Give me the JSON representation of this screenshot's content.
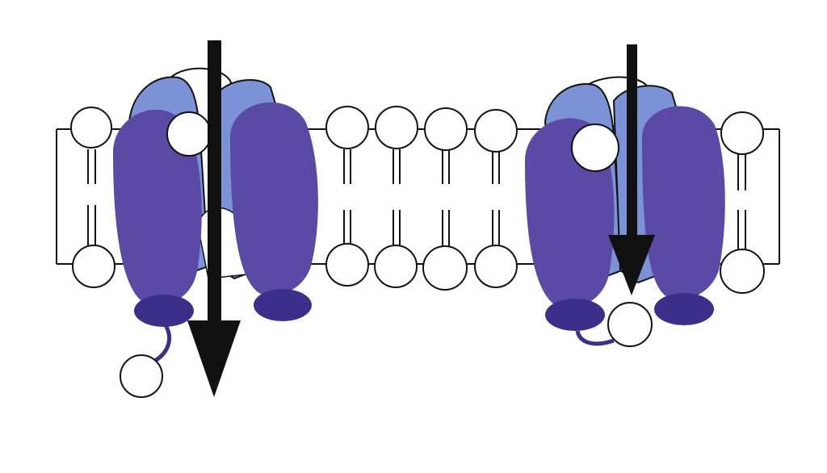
{
  "diagram": {
    "description_visible_text": "",
    "colors": {
      "background": "#ffffff",
      "membrane_outline": "#111111",
      "lipid_head_fill": "#ffffff",
      "protein_light": "#7b93d6",
      "protein_dark": "#5a4aa6",
      "protein_cap": "#3b2f8a",
      "arrow": "#111111"
    },
    "elements": [
      {
        "id": "membrane-bilayer",
        "kind": "lipid-bilayer"
      },
      {
        "id": "channel-left",
        "kind": "membrane-protein-channel",
        "state": "open"
      },
      {
        "id": "channel-right",
        "kind": "membrane-protein-channel",
        "state": "blocked"
      },
      {
        "id": "arrow-left",
        "kind": "ion-flow-arrow",
        "direction": "down"
      },
      {
        "id": "arrow-right",
        "kind": "ion-flow-arrow",
        "direction": "down"
      }
    ]
  }
}
